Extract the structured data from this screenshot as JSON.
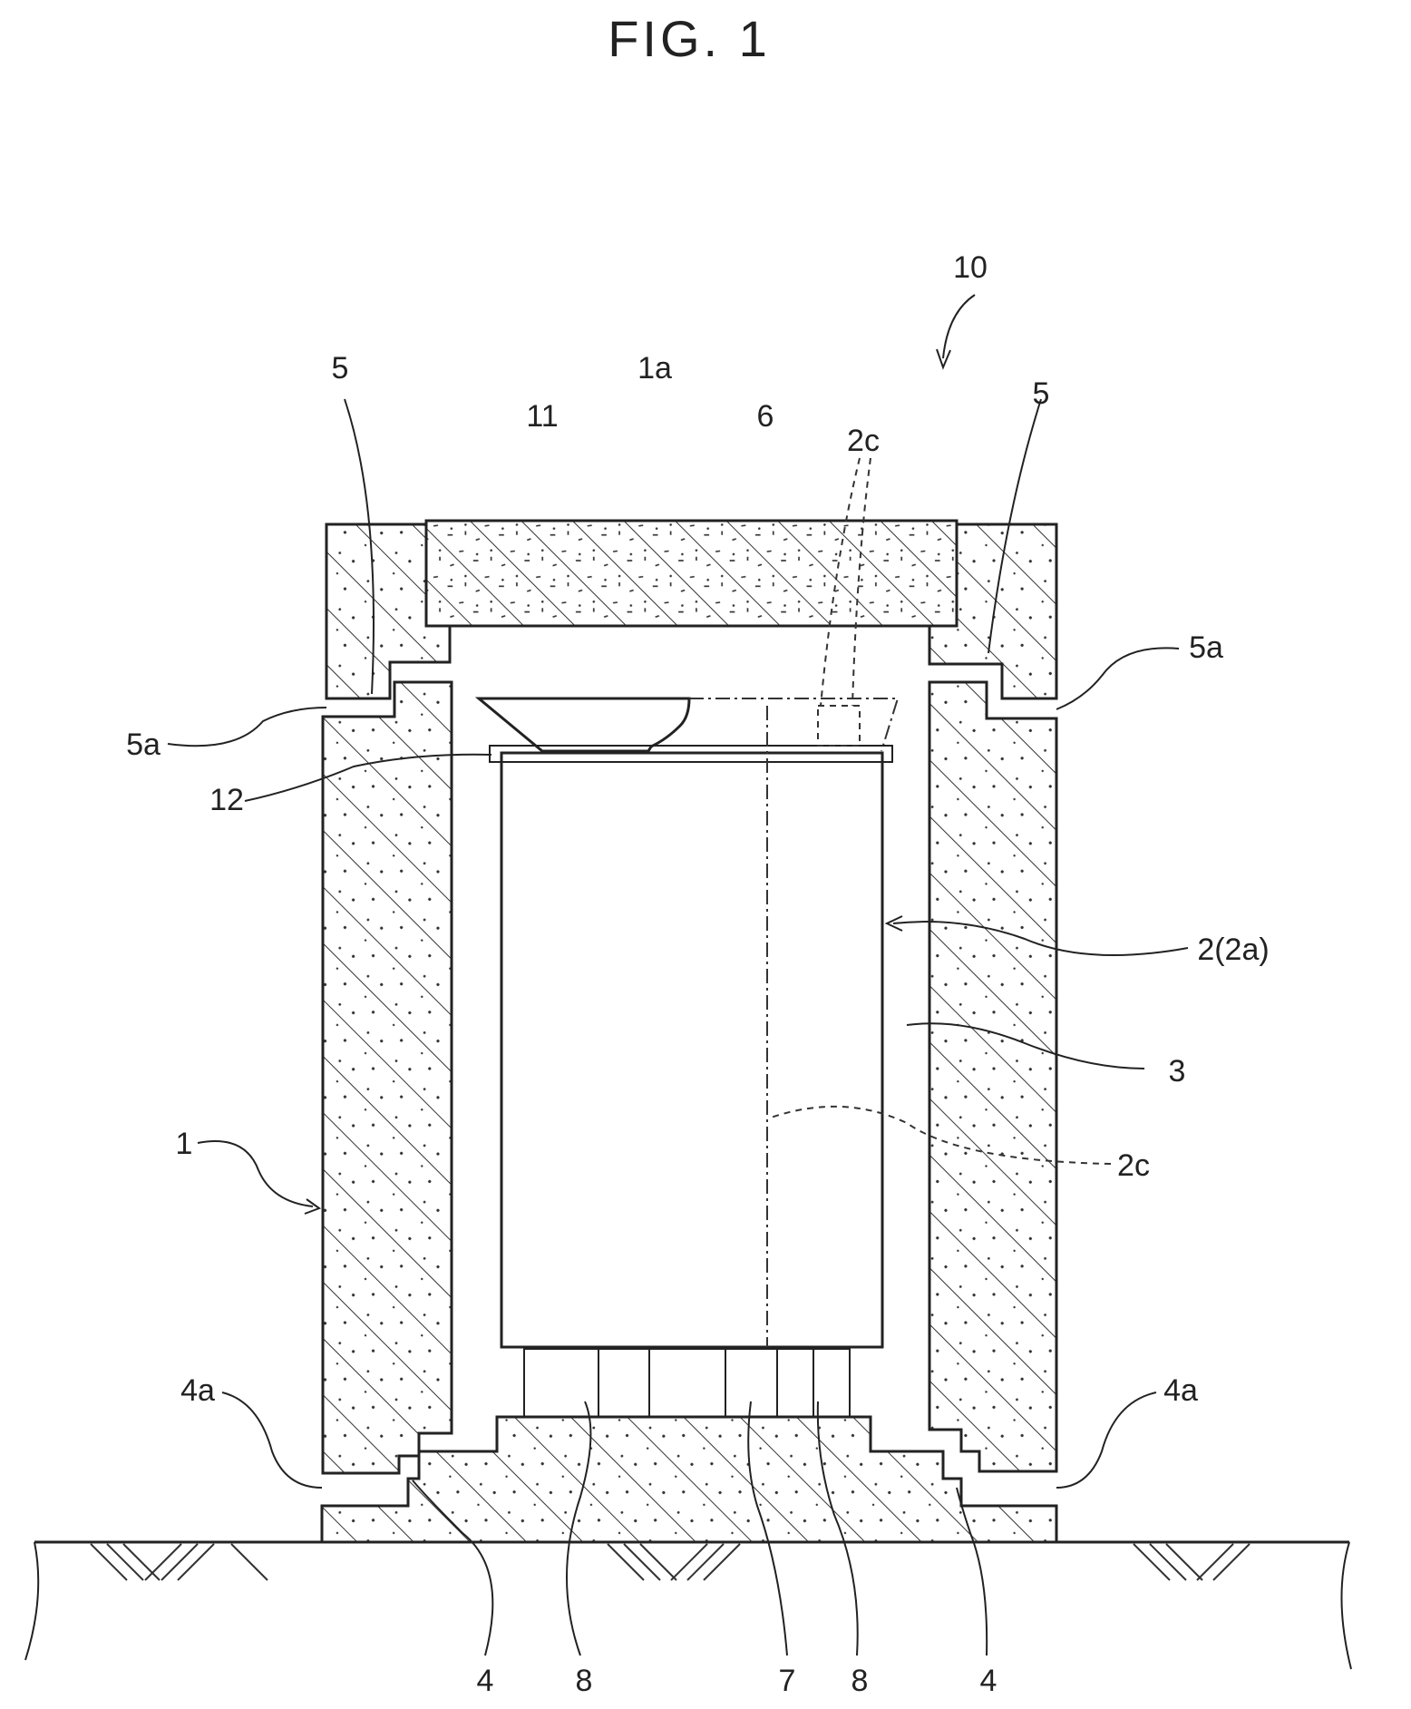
{
  "figure": {
    "title": "FIG. 1",
    "labels": {
      "l10": "10",
      "l1a": "1a",
      "l5_left": "5",
      "l5_right": "5",
      "l11": "11",
      "l6": "6",
      "l2c_top": "2c",
      "l5a_left": "5a",
      "l5a_right": "5a",
      "l12": "12",
      "l2_2a": "2(2a)",
      "l3": "3",
      "l2c_mid": "2c",
      "l1": "1",
      "l4a_left": "4a",
      "l4a_right": "4a",
      "l4_left": "4",
      "l8_left": "8",
      "l7": "7",
      "l8_right": "8",
      "l4_right": "4"
    }
  }
}
